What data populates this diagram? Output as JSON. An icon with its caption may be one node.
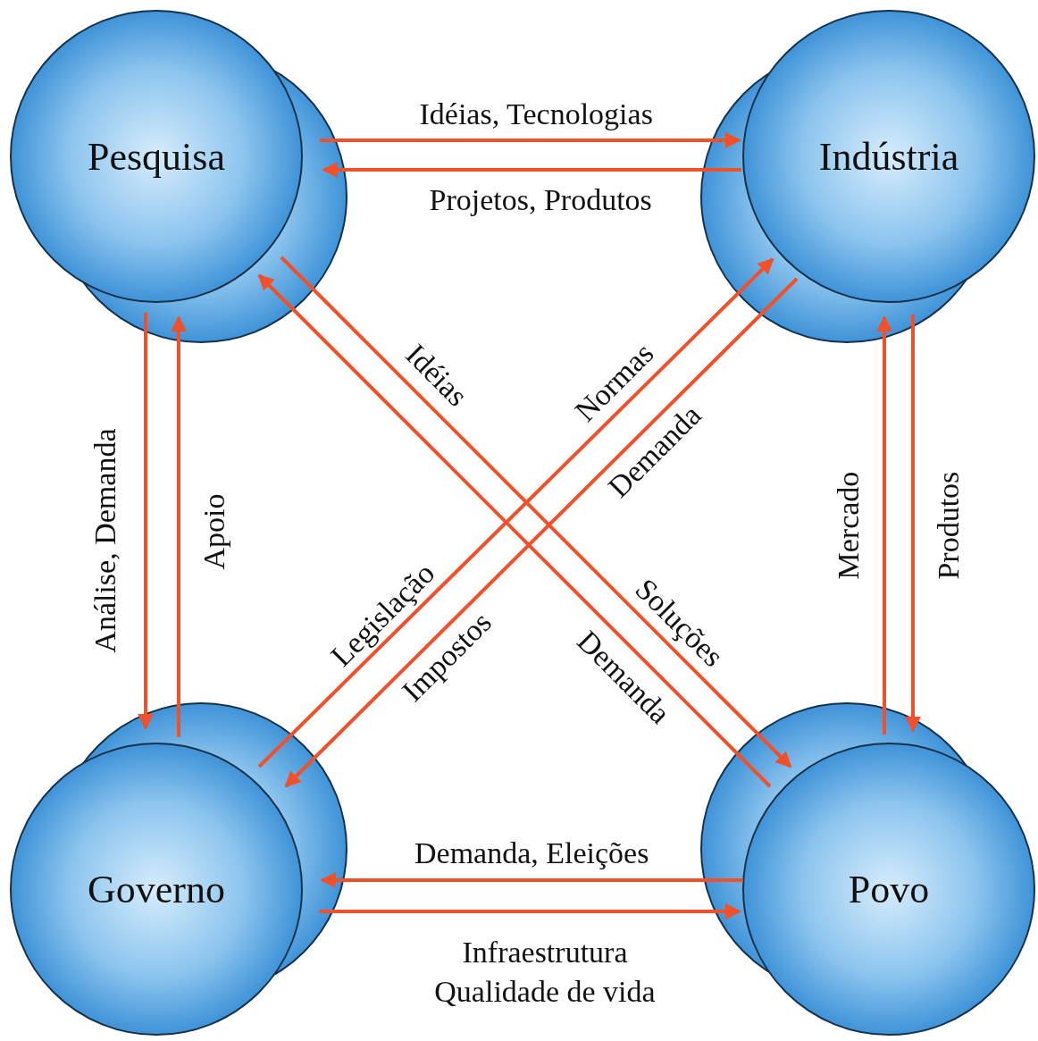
{
  "diagram": {
    "nodes": [
      {
        "text": [
          "Pesquisa"
        ]
      },
      {
        "text": [
          "Indústria"
        ]
      },
      {
        "text": [
          "Governo"
        ]
      },
      {
        "text": [
          "Povo"
        ]
      }
    ],
    "edges": [
      {
        "from": 0,
        "to": 1,
        "arrow": "to",
        "label": "Idéias, Tecnologias"
      },
      {
        "from": 1,
        "to": 0,
        "arrow": "to",
        "label": "Projetos, Produtos"
      },
      {
        "from": 0,
        "to": 2,
        "arrow": "to",
        "label": "Análise, Demanda"
      },
      {
        "from": 2,
        "to": 0,
        "arrow": "to",
        "label": "Apoio"
      },
      {
        "from": 0,
        "to": 3,
        "arrow": "to",
        "label": "Idéias"
      },
      {
        "from": 3,
        "to": 0,
        "arrow": "to",
        "label": "Demanda"
      },
      {
        "from": 2,
        "to": 1,
        "arrow": "to",
        "label": "Legislação"
      },
      {
        "from": 1,
        "to": 2,
        "arrow": "to",
        "label": "Demanda"
      },
      {
        "from": 1,
        "to": 3,
        "arrow": "to",
        "label": "Produtos"
      },
      {
        "from": 3,
        "to": 1,
        "arrow": "to",
        "label": "Mercado"
      },
      {
        "from": 3,
        "to": 2,
        "arrow": "to",
        "label": "Demanda, Eleições"
      },
      {
        "from": 2,
        "to": 3,
        "arrow": "to",
        "label": "Infraestrutura Qualidade de vida"
      }
    ],
    "labels": [
      "Soluções",
      "Normas",
      "Impostos"
    ]
  }
}
